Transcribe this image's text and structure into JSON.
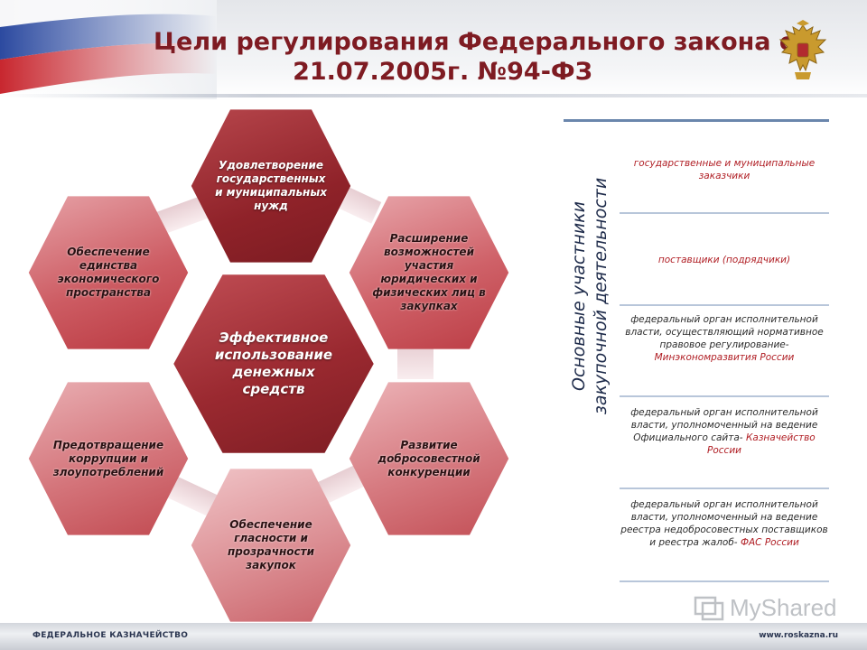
{
  "slide": {
    "title_line1": "Цели регулирования Федерального закона от",
    "title_line2": "21.07.2005г. №94-ФЗ"
  },
  "hexagons": {
    "center": "Эффективное использование денежных средств",
    "top": "Удовлетворение государственных и муниципальных нужд",
    "upper_left": "Обеспечение единства экономического пространства",
    "upper_right": "Расширение возможностей участия юридических и физических лиц в закупках",
    "lower_left": "Предотвращение коррупции и злоупотреблений",
    "lower_right": "Развитие добросовестной конкуренции",
    "bottom": "Обеспечение гласности и прозрачности закупок"
  },
  "participants": {
    "heading_line1": "Основные участники",
    "heading_line2": "закупочной деятельности",
    "item1": "государственные и муниципальные заказчики",
    "item2": "поставщики (подрядчики)",
    "item3_text": "федеральный орган исполнительной власти, осуществляющий нормативное правовое регулирование-",
    "item3_org": "Минэкономразвития России",
    "item4_text": "федеральный орган исполнительной власти, уполномоченный на ведение Официального сайта-",
    "item4_org": "Казначейство России",
    "item5_text": "федеральный орган исполнительной власти, уполномоченный на ведение реестра недобросовестных поставщиков и реестра жалоб-",
    "item5_org": "ФАС России"
  },
  "footer": {
    "left": "ФЕДЕРАЛЬНОЕ КАЗНАЧЕЙСТВО",
    "right": "www.roskazna.ru"
  },
  "watermark": {
    "text": "MyShared"
  },
  "colors": {
    "title": "#7e1b22",
    "hex_dark": "#9c2a31",
    "hex_light": "#d78d93",
    "accent_red": "#b01e24",
    "rule_blue": "#6a86ac"
  },
  "icons": {
    "emblem": "double-headed-eagle-emblem",
    "flag": "russian-flag-wave"
  }
}
